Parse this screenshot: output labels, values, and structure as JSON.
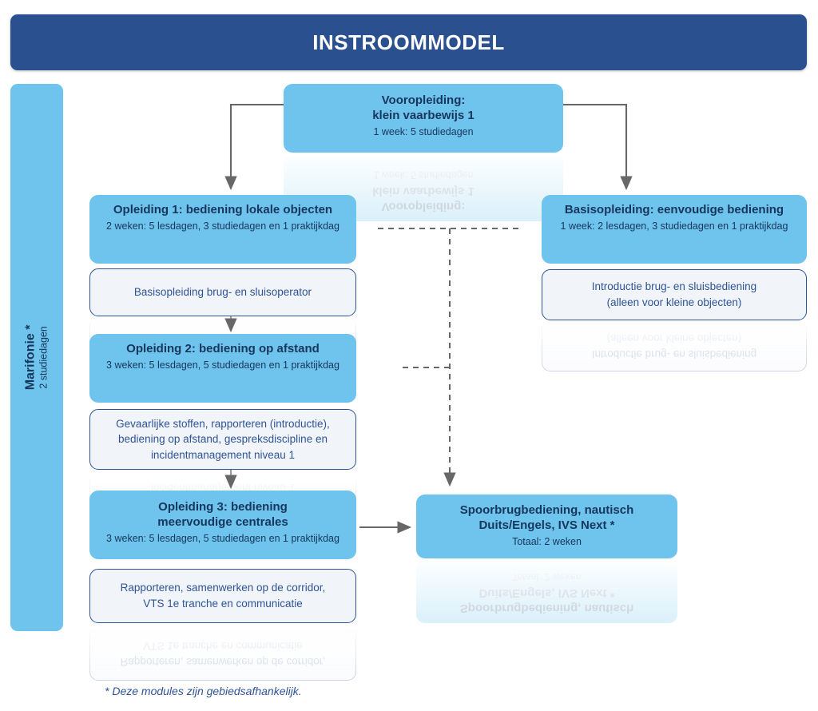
{
  "header": {
    "title": "INSTROOMMODEL",
    "background_color": "#2A508F",
    "text_color": "#FFFFFF"
  },
  "colors": {
    "light_blue": "#6EC4EC",
    "dark_blue": "#2A508F",
    "box_border": "#2E5496",
    "box_fill": "#F1F4F9",
    "title_text": "#17365D",
    "connector_gray": "#676767"
  },
  "side_bar": {
    "title": "Marifonie *",
    "subtitle": "2 studiedagen"
  },
  "nodes": {
    "vooropleiding": {
      "title_line1": "Vooropleiding:",
      "title_line2": "klein vaarbewijs 1",
      "subtitle": "1 week: 5 studiedagen"
    },
    "opleiding1": {
      "title": "Opleiding 1: bediening lokale objecten",
      "subtitle": "2 weken: 5 lesdagen, 3 studiedagen en 1 praktijkdag"
    },
    "opleiding1_modules": {
      "text": "Basisopleiding brug- en sluisoperator"
    },
    "opleiding2": {
      "title": "Opleiding 2: bediening op afstand",
      "subtitle": "3 weken: 5 lesdagen, 5 studiedagen en 1 praktijkdag"
    },
    "opleiding2_modules": {
      "line1": "Gevaarlijke stoffen, rapporteren (introductie),",
      "line2": "bediening op afstand, gespreksdiscipline en",
      "line3": "incidentmanagement niveau 1"
    },
    "opleiding3": {
      "title_line1": "Opleiding 3: bediening",
      "title_line2": "meervoudige centrales",
      "subtitle": "3 weken: 5 lesdagen, 5 studiedagen en 1 praktijkdag"
    },
    "opleiding3_modules": {
      "line1": "Rapporteren, samenwerken op de corridor,",
      "line2": "VTS 1e tranche en communicatie"
    },
    "basisopleiding": {
      "title": "Basisopleiding: eenvoudige bediening",
      "subtitle": "1 week: 2 lesdagen, 3 studiedagen en 1 praktijkdag"
    },
    "basisopleiding_modules": {
      "line1": "Introductie brug- en sluisbediening",
      "line2": "(alleen voor kleine objecten)"
    },
    "spoorbrug": {
      "title_line1": "Spoorbrugbediening, nautisch",
      "title_line2": "Duits/Engels, IVS Next *",
      "subtitle": "Totaal: 2 weken"
    }
  },
  "footnote": {
    "text": "*  Deze modules zijn gebiedsafhankelijk."
  }
}
